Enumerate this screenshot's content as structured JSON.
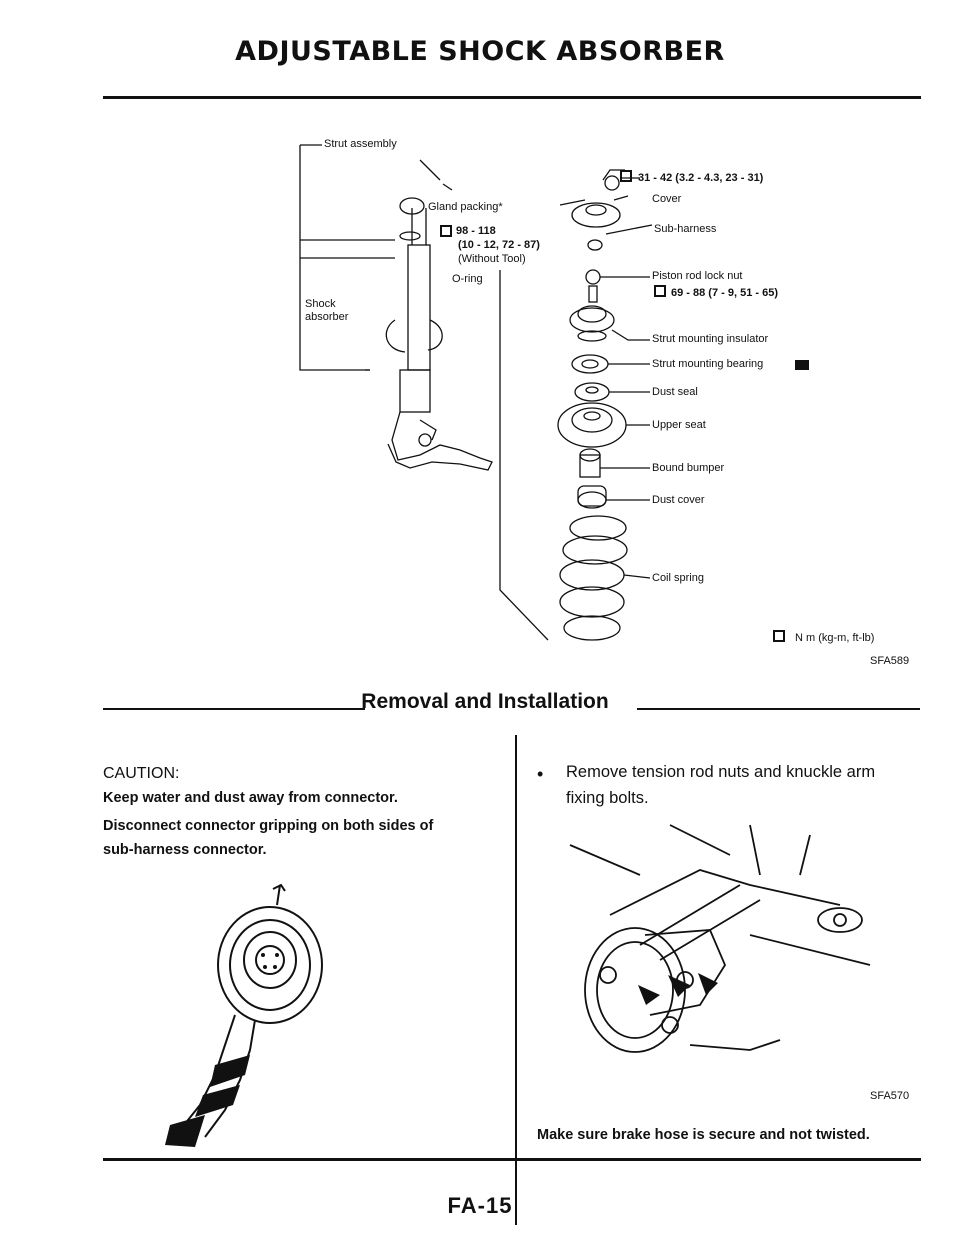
{
  "header": {
    "title": "ADJUSTABLE SHOCK ABSORBER"
  },
  "diagram": {
    "labels": {
      "strut_assembly": "Strut assembly",
      "gland_packing": "Gland packing*",
      "gland_torque": "98 - 118",
      "gland_torque_kgm": "(10 - 12, 72 - 87)",
      "without_tool": "(Without Tool)",
      "o_ring": "O-ring",
      "shock_absorber_1": "Shock",
      "shock_absorber_2": "absorber",
      "cover_torque": "31 - 42 (3.2 - 4.3, 23 - 31)",
      "cover": "Cover",
      "sub_harness": "Sub-harness",
      "piston_nut": "Piston rod lock nut",
      "piston_torque": "69 - 88 (7 - 9, 51 - 65)",
      "insulator": "Strut mounting insulator",
      "bearing": "Strut mounting bearing",
      "dust_seal": "Dust seal",
      "upper_seat": "Upper seat",
      "bound_bumper": "Bound bumper",
      "dust_cover": "Dust cover",
      "coil_spring": "Coil spring",
      "units": "N m (kg-m, ft-lb)",
      "code": "SFA589"
    }
  },
  "section": {
    "title": "Removal and Installation"
  },
  "left": {
    "caution": "CAUTION:",
    "line1": "Keep water and dust away from connector.",
    "line2": "Disconnect connector gripping on both sides of",
    "line3": "sub-harness connector."
  },
  "right": {
    "bullet": "Remove tension rod nuts and knuckle arm",
    "bullet_cont": "fixing bolts.",
    "figure_code": "SFA570",
    "note": "Make sure brake hose is secure and not twisted."
  },
  "footer": {
    "page": "FA-15"
  }
}
